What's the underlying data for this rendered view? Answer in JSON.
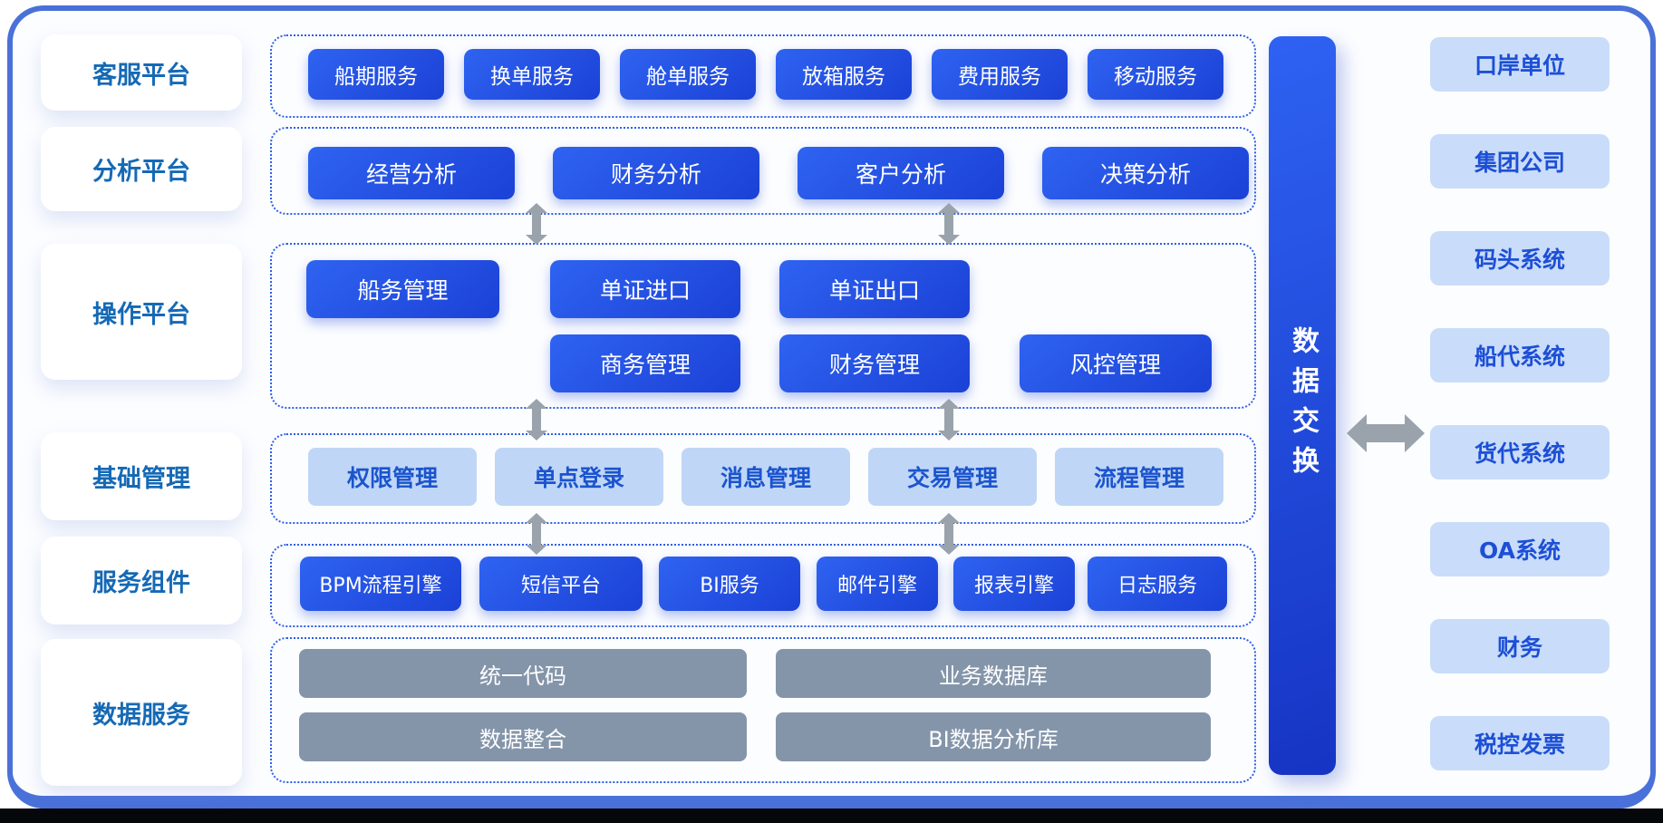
{
  "colors": {
    "btn-grad-a": "#2f63f1",
    "btn-grad-b": "#1b41d6",
    "light-btn-bg": "#bfd6f7",
    "light-btn-text": "#1b54cd",
    "ext-bg": "#c9dcf9",
    "ext-text": "#1d4fd6",
    "gray-bar": "#8495aa",
    "label-text": "#1569b5",
    "dotted": "#2e5fe8",
    "arrow": "#9aa3ac",
    "frame": "#4a71d9",
    "panel": "#fcfdff",
    "xbar-a": "#2e62f2",
    "xbar-b": "#1634c4"
  },
  "left_labels": [
    "客服平台",
    "分析平台",
    "操作平台",
    "基础管理",
    "服务组件",
    "数据服务"
  ],
  "customer_service_buttons": [
    "船期服务",
    "换单服务",
    "舱单服务",
    "放箱服务",
    "费用服务",
    "移动服务"
  ],
  "analysis_buttons": [
    "经营分析",
    "财务分析",
    "客户分析",
    "决策分析"
  ],
  "operation_row1": [
    "船务管理",
    "单证进口",
    "单证出口"
  ],
  "operation_row2": [
    "商务管理",
    "财务管理",
    "风控管理"
  ],
  "base_buttons": [
    "权限管理",
    "单点登录",
    "消息管理",
    "交易管理",
    "流程管理"
  ],
  "component_buttons": [
    "BPM流程引擎",
    "短信平台",
    "BI服务",
    "邮件引擎",
    "报表引擎",
    "日志服务"
  ],
  "data_bars": {
    "row1": [
      "统一代码",
      "业务数据库"
    ],
    "row2": [
      "数据整合",
      "BI数据分析库"
    ]
  },
  "exchange_label": "数据交换",
  "external_systems": [
    "口岸单位",
    "集团公司",
    "码头系统",
    "船代系统",
    "货代系统",
    "OA系统",
    "财务",
    "税控发票"
  ]
}
